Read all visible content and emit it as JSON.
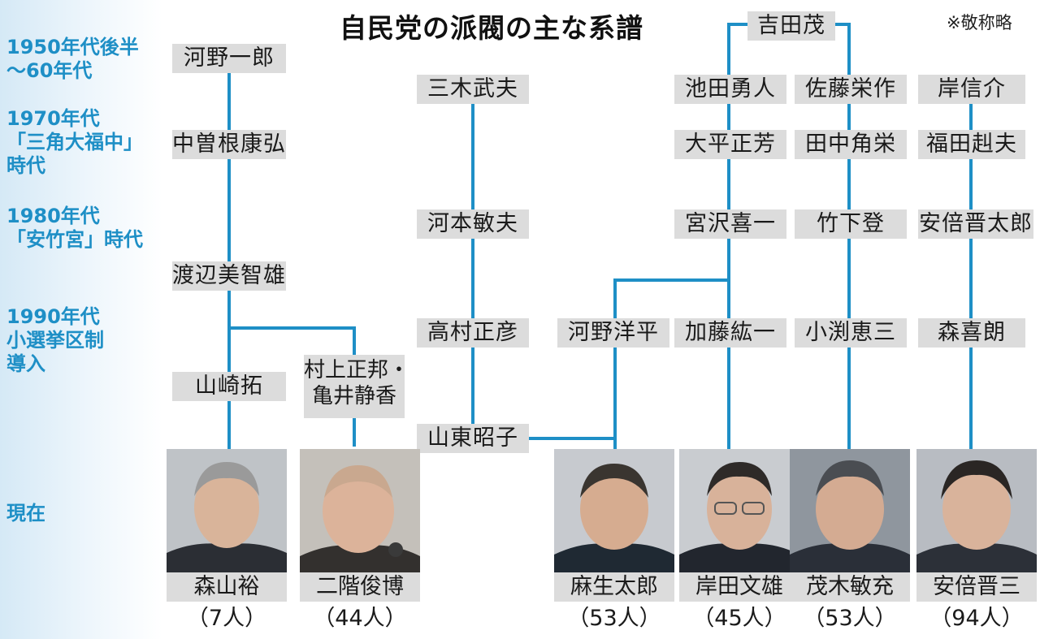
{
  "title": "自民党の派閥の主な系譜",
  "note": "※敬称略",
  "eras": [
    {
      "lines": [
        "1950年代後半",
        "～60年代"
      ]
    },
    {
      "lines": [
        "1970年代",
        "「三角大福中」",
        "時代"
      ]
    },
    {
      "lines": [
        "1980年代",
        "「安竹宮」時代"
      ]
    },
    {
      "lines": [
        "1990年代",
        "小選挙区制",
        "導入"
      ]
    },
    {
      "lines": [
        "現在"
      ]
    }
  ],
  "lineage": {
    "root": "吉田茂",
    "kono_ichiro": "河野一郎",
    "nakasone": "中曽根康弘",
    "watanabe": "渡辺美智雄",
    "yamasaki": "山崎拓",
    "murakami_kamei": [
      "村上正邦・",
      "亀井静香"
    ],
    "miki": "三木武夫",
    "komoto": "河本敏夫",
    "takamura": "高村正彦",
    "santo": "山東昭子",
    "kono_yohei": "河野洋平",
    "ikeda": "池田勇人",
    "ohira": "大平正芳",
    "miyazawa": "宮沢喜一",
    "kato": "加藤紘一",
    "sato": "佐藤栄作",
    "tanaka": "田中角栄",
    "takeshita": "竹下登",
    "obuchi": "小渕恵三",
    "kishi": "岸信介",
    "fukuda": "福田赳夫",
    "abe_shintaro": "安倍晋太郎",
    "mori": "森喜朗"
  },
  "current_leaders": [
    {
      "name": "森山裕",
      "members": "（7人）",
      "photo": "portrait-moriyama"
    },
    {
      "name": "二階俊博",
      "members": "（44人）",
      "photo": "portrait-nikai"
    },
    {
      "name": "麻生太郎",
      "members": "（53人）",
      "photo": "portrait-aso"
    },
    {
      "name": "岸田文雄",
      "members": "（45人）",
      "photo": "portrait-kishida"
    },
    {
      "name": "茂木敏充",
      "members": "（53人）",
      "photo": "portrait-motegi"
    },
    {
      "name": "安倍晋三",
      "members": "（94人）",
      "photo": "portrait-abe"
    }
  ],
  "colors": {
    "line": "#1e8fc6",
    "box": "#dcdcdc",
    "era_text": "#1e8fc6",
    "sidebar": "#d5e9f6"
  }
}
